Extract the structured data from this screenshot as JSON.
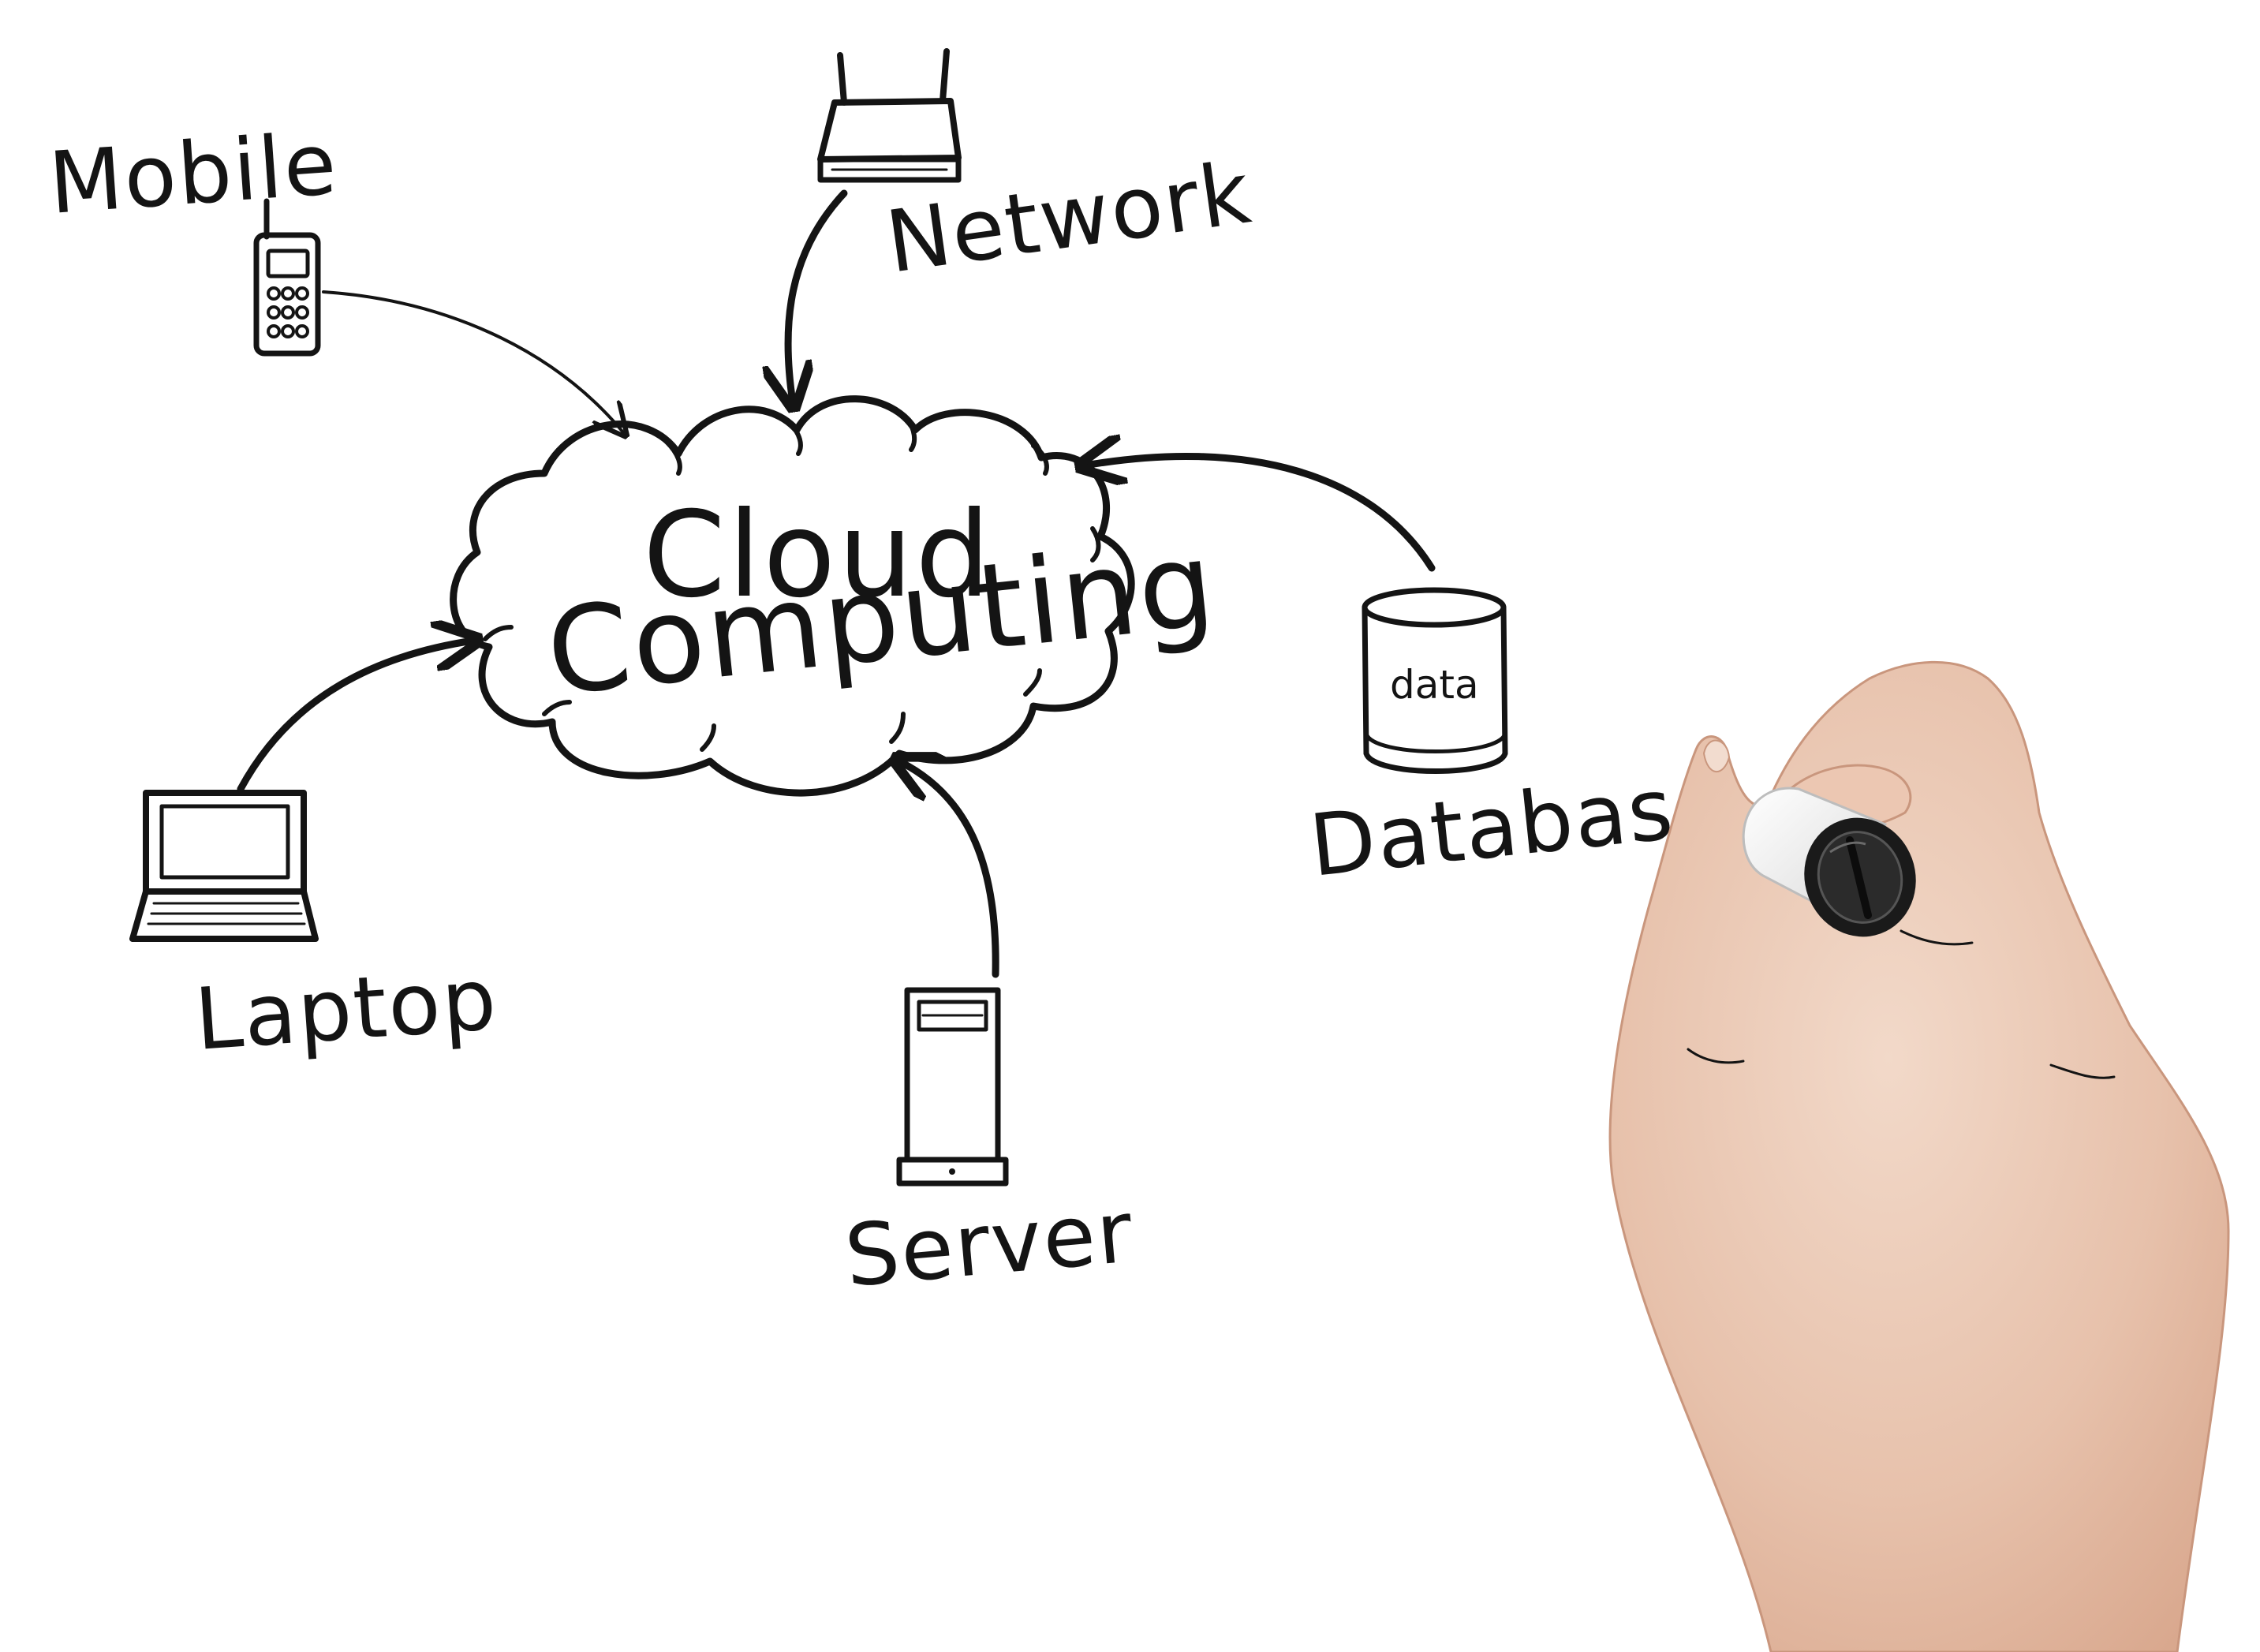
{
  "diagram": {
    "title_line1": "Cloud",
    "title_line2": "Computing",
    "nodes": {
      "mobile": {
        "label": "Mobile"
      },
      "network": {
        "label": "Network"
      },
      "laptop": {
        "label": "Laptop"
      },
      "server": {
        "label": "Server"
      },
      "database": {
        "label": "Database",
        "inner_label": "data"
      }
    },
    "edges": [
      {
        "from": "mobile",
        "to": "cloud"
      },
      {
        "from": "network",
        "to": "cloud"
      },
      {
        "from": "laptop",
        "to": "cloud"
      },
      {
        "from": "server",
        "to": "cloud"
      },
      {
        "from": "database",
        "to": "cloud"
      }
    ],
    "ink_color": "#141414",
    "background_color": "#ffffff"
  }
}
